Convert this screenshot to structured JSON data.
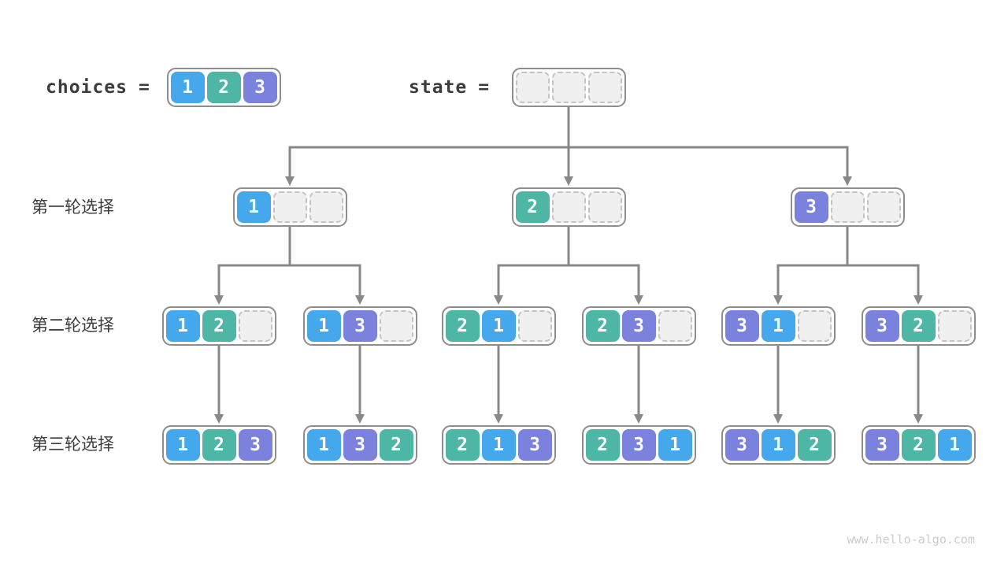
{
  "page": {
    "background": "#ffffff",
    "watermark": "www.hello-algo.com"
  },
  "line_color": "#888888",
  "node_border_color": "#8d8d8d",
  "cell_colors": {
    "1": "#45a7ec",
    "2": "#4eb6a4",
    "3": "#7a82de"
  },
  "empty_cell_color": "#f0f0f0",
  "header": {
    "choices": {
      "label": "choices",
      "equals": "=",
      "cells": [
        "1",
        "2",
        "3"
      ]
    },
    "state": {
      "label": "state",
      "equals": "=",
      "cells": [
        "",
        "",
        ""
      ]
    }
  },
  "rows": [
    {
      "label": "第一轮选择",
      "nodes": [
        [
          "1",
          "",
          ""
        ],
        [
          "2",
          "",
          ""
        ],
        [
          "3",
          "",
          ""
        ]
      ]
    },
    {
      "label": "第二轮选择",
      "nodes": [
        [
          "1",
          "2",
          ""
        ],
        [
          "1",
          "3",
          ""
        ],
        [
          "2",
          "1",
          ""
        ],
        [
          "2",
          "3",
          ""
        ],
        [
          "3",
          "1",
          ""
        ],
        [
          "3",
          "2",
          ""
        ]
      ]
    },
    {
      "label": "第三轮选择",
      "nodes": [
        [
          "1",
          "2",
          "3"
        ],
        [
          "1",
          "3",
          "2"
        ],
        [
          "2",
          "1",
          "3"
        ],
        [
          "2",
          "3",
          "1"
        ],
        [
          "3",
          "1",
          "2"
        ],
        [
          "3",
          "2",
          "1"
        ]
      ]
    }
  ]
}
